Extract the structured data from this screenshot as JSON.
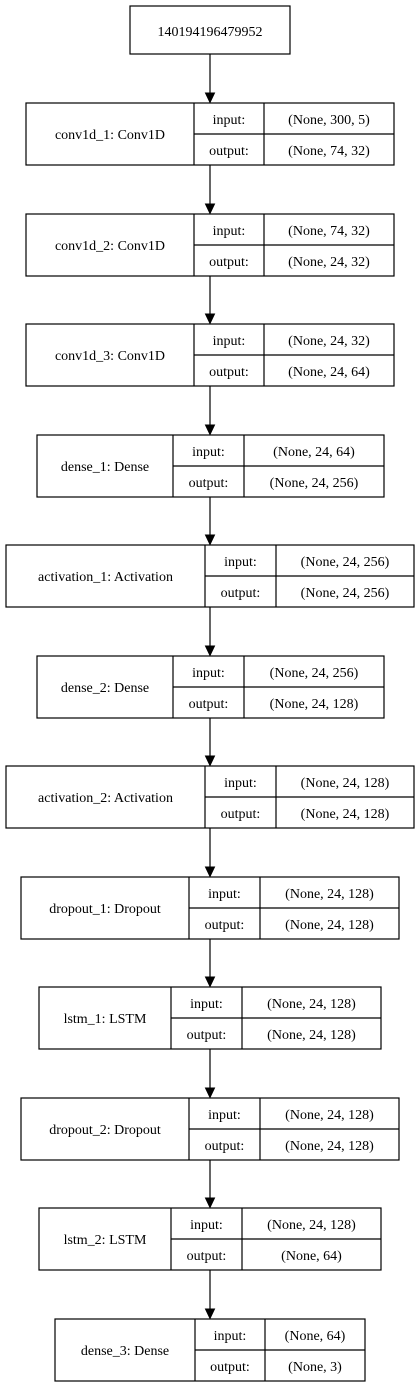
{
  "input_node": {
    "label": "140194196479952"
  },
  "layers": [
    {
      "name": "conv1d_1: Conv1D",
      "input_label": "input:",
      "output_label": "output:",
      "input": "(None, 300, 5)",
      "output": "(None, 74, 32)"
    },
    {
      "name": "conv1d_2: Conv1D",
      "input_label": "input:",
      "output_label": "output:",
      "input": "(None, 74, 32)",
      "output": "(None, 24, 32)"
    },
    {
      "name": "conv1d_3: Conv1D",
      "input_label": "input:",
      "output_label": "output:",
      "input": "(None, 24, 32)",
      "output": "(None, 24, 64)"
    },
    {
      "name": "dense_1: Dense",
      "input_label": "input:",
      "output_label": "output:",
      "input": "(None, 24, 64)",
      "output": "(None, 24, 256)"
    },
    {
      "name": "activation_1: Activation",
      "input_label": "input:",
      "output_label": "output:",
      "input": "(None, 24, 256)",
      "output": "(None, 24, 256)"
    },
    {
      "name": "dense_2: Dense",
      "input_label": "input:",
      "output_label": "output:",
      "input": "(None, 24, 256)",
      "output": "(None, 24, 128)"
    },
    {
      "name": "activation_2: Activation",
      "input_label": "input:",
      "output_label": "output:",
      "input": "(None, 24, 128)",
      "output": "(None, 24, 128)"
    },
    {
      "name": "dropout_1: Dropout",
      "input_label": "input:",
      "output_label": "output:",
      "input": "(None, 24, 128)",
      "output": "(None, 24, 128)"
    },
    {
      "name": "lstm_1: LSTM",
      "input_label": "input:",
      "output_label": "output:",
      "input": "(None, 24, 128)",
      "output": "(None, 24, 128)"
    },
    {
      "name": "dropout_2: Dropout",
      "input_label": "input:",
      "output_label": "output:",
      "input": "(None, 24, 128)",
      "output": "(None, 24, 128)"
    },
    {
      "name": "lstm_2: LSTM",
      "input_label": "input:",
      "output_label": "output:",
      "input": "(None, 24, 128)",
      "output": "(None, 64)"
    },
    {
      "name": "dense_3: Dense",
      "input_label": "input:",
      "output_label": "output:",
      "input": "(None, 64)",
      "output": "(None, 3)"
    }
  ]
}
